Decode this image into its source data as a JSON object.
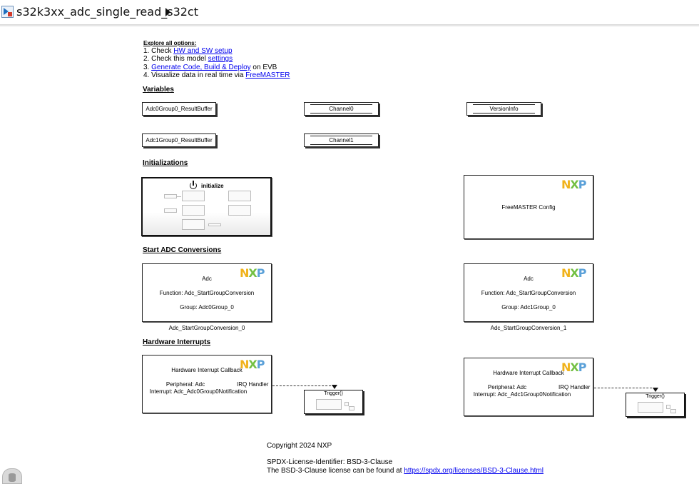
{
  "header": {
    "model_name": "s32k3xx_adc_single_read_s32ct",
    "model_icon": "simulink-model-icon",
    "expand_icon": "triangle-right-icon"
  },
  "explore": {
    "title": "Explore all options:",
    "line1_prefix": "1. Check ",
    "line1_link": "HW and SW setup",
    "line2_prefix": "2. Check this model ",
    "line2_link": "settings",
    "line3_prefix": "3. ",
    "line3_link": "Generate Code, Build & Deploy",
    "line3_suffix": " on EVB",
    "line4_prefix": "4. Visualize data in real time via ",
    "line4_link": "FreeMASTER"
  },
  "sections": {
    "variables": "Variables",
    "initializations": "Initializations",
    "start_adc": "Start ADC Conversions",
    "hw_interrupts": "Hardware Interrupts"
  },
  "variables": {
    "adc0_buffer": "Adc0Group0_ResultBuffer",
    "channel0": "Channel0",
    "version_info": "VersionInfo",
    "adc1_buffer": "Adc1Group0_ResultBuffer",
    "channel1": "Channel1"
  },
  "init_block": {
    "label": "initialize",
    "icon": "power-icon"
  },
  "freemaster_block": {
    "label": "FreeMASTER Config"
  },
  "logo": {
    "n": "N",
    "x": "X",
    "p": "P"
  },
  "adc_blocks": [
    {
      "title": "Adc",
      "function": "Function: Adc_StartGroupConversion",
      "group": "Group: Adc0Group_0",
      "caption": "Adc_StartGroupConversion_0"
    },
    {
      "title": "Adc",
      "function": "Function: Adc_StartGroupConversion",
      "group": "Group: Adc1Group_0",
      "caption": "Adc_StartGroupConversion_1"
    }
  ],
  "irq_blocks": [
    {
      "title": "Hardware Interrupt Callback",
      "peripheral": "Peripheral: Adc",
      "port": "IRQ Handler",
      "interrupt": "Interrupt: Adc_Adc0Group0Notification",
      "trigger": "Trigger()"
    },
    {
      "title": "Hardware Interrupt Callback",
      "peripheral": "Peripheral: Adc",
      "port": "IRQ Handler",
      "interrupt": "Interrupt: Adc_Adc1Group0Notification",
      "trigger": "Trigger()"
    }
  ],
  "footer": {
    "copyright": "Copyright 2024 NXP",
    "spdx": "SPDX-License-Identifier: BSD-3-Clause",
    "license_prefix": "The BSD-3-Clause license can be found at ",
    "license_link": "https://spdx.org/licenses/BSD-3-Clause.html"
  },
  "status": {
    "db_icon": "database-icon"
  }
}
